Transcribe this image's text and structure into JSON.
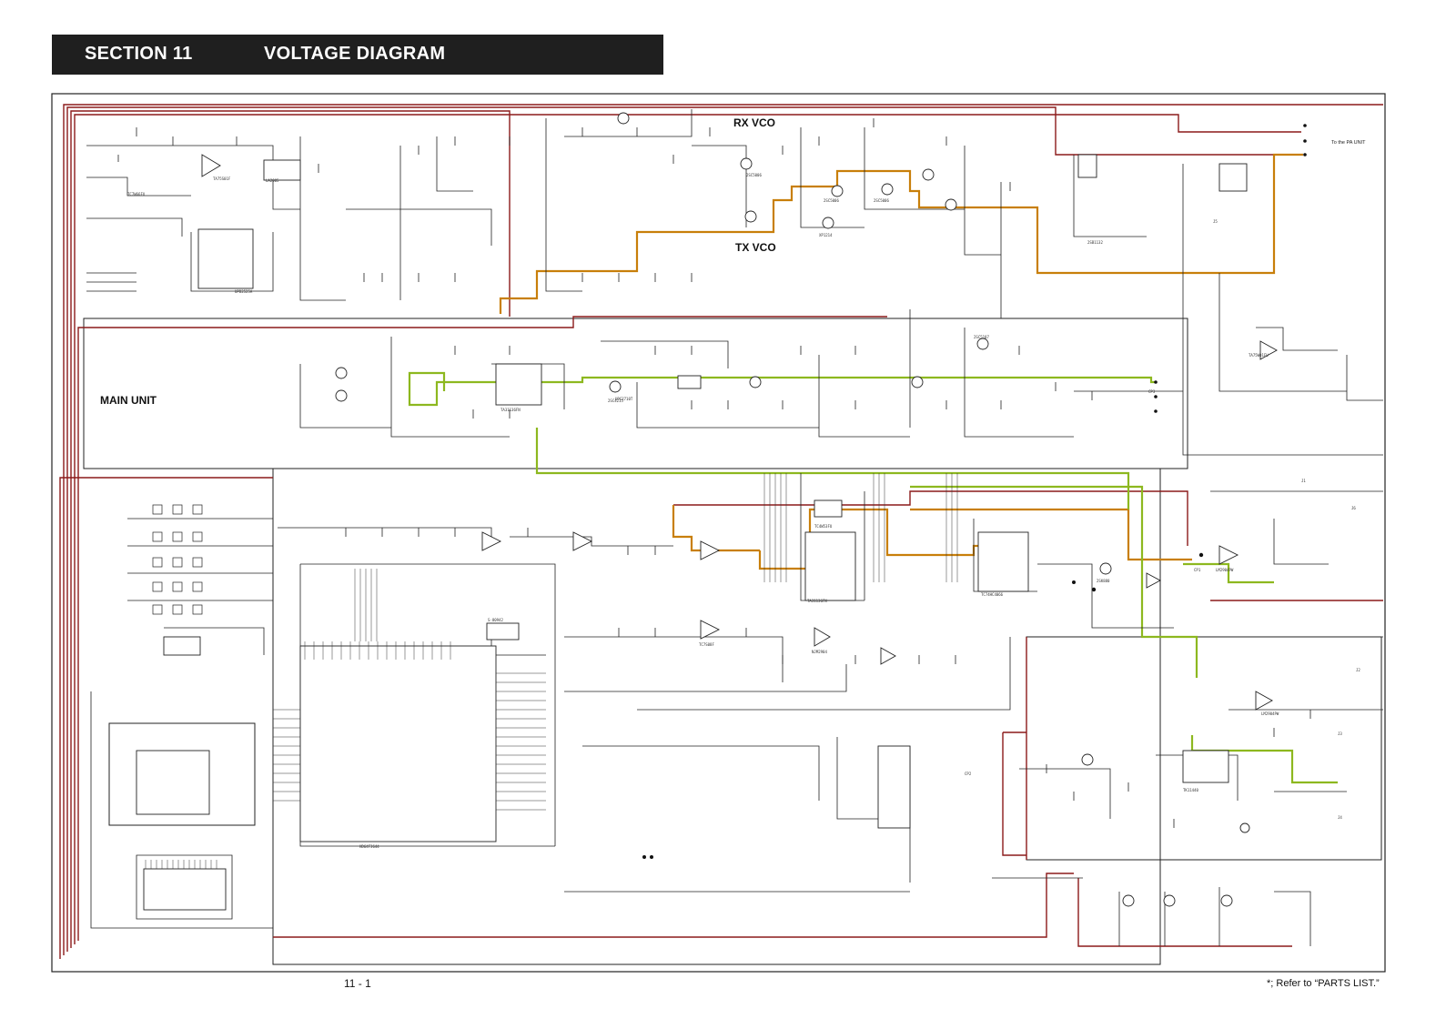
{
  "header": {
    "section": "SECTION 11",
    "title": "VOLTAGE DIAGRAM"
  },
  "blocks": {
    "rx_vco": "RX VCO",
    "tx_vco": "TX VCO",
    "main_unit": "MAIN UNIT",
    "pa_unit": "To the PA UNIT"
  },
  "labels": {
    "ic_labels": [
      "TA75S01F",
      "TC7W66FU",
      "LA2005",
      "UPD2525A",
      "TA31136FN",
      "TC4W53FU",
      "TA31136FN",
      "UPC2710T",
      "TA75W01FU",
      "LM2904PW",
      "LM2904PW",
      "TC74HC4066",
      "TC7S08F",
      "NJM2904",
      "S-80942",
      "TK11440",
      "HD64F3644"
    ],
    "transistor_labels": [
      "2SC5006",
      "2SC5006",
      "2SC5006",
      "2SC5107",
      "2SK880",
      "2SB1132",
      "2SC4215",
      "XP1214"
    ],
    "connector_labels": [
      "J1",
      "J2",
      "J3",
      "J4",
      "J5",
      "J6",
      "CP1",
      "CP2",
      "CP3"
    ]
  },
  "colors": {
    "vcc_line": "#8b1a1a",
    "rx_line": "#c87f0a",
    "tx_line": "#8db81f",
    "wire": "#222222",
    "header_bg": "#1f1f1f"
  },
  "footer": {
    "page_number": "11 - 1",
    "note": "*; Refer to “PARTS LIST.”"
  }
}
